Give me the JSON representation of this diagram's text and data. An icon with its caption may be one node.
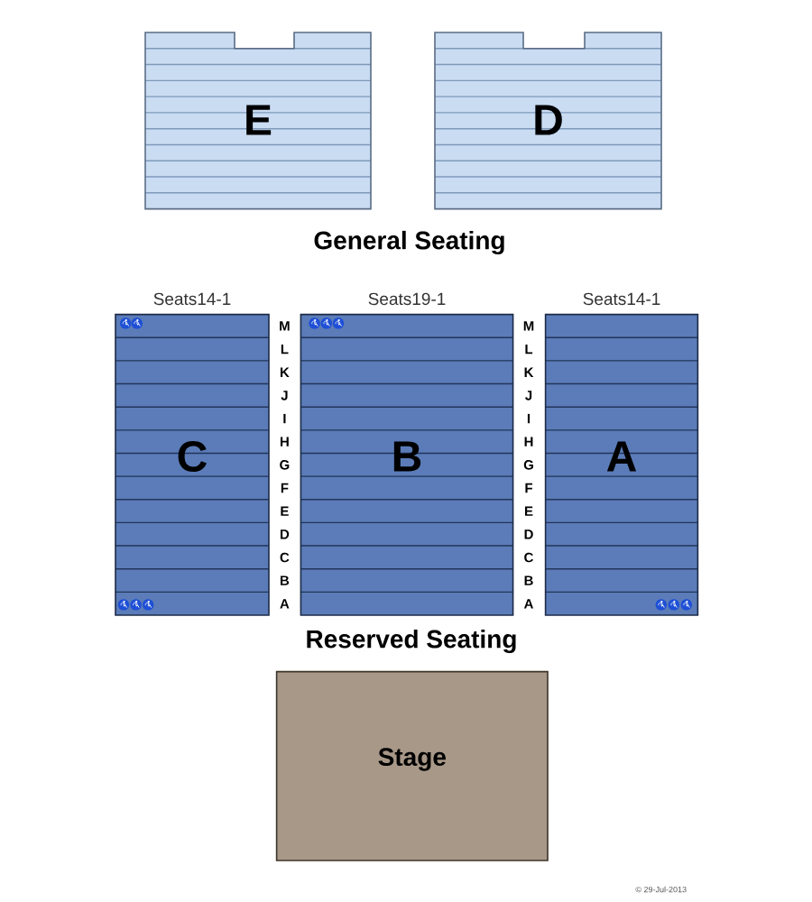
{
  "diagram": {
    "nodes": [
      {
        "text": [
          "E"
        ]
      },
      {
        "text": [
          "D"
        ]
      },
      {
        "text": [
          "Seats14-1",
          "C"
        ]
      },
      {
        "text": [
          "Seats19-1",
          "B"
        ]
      },
      {
        "text": [
          "Seats14-1",
          "A"
        ]
      },
      {
        "text": [
          "Stage"
        ]
      }
    ],
    "labels": [
      "General Seating",
      "M",
      "L",
      "K",
      "J",
      "I",
      "H",
      "G",
      "F",
      "E",
      "D",
      "C",
      "B",
      "A",
      "M",
      "L",
      "K",
      "J",
      "I",
      "H",
      "G",
      "F",
      "E",
      "D",
      "C",
      "B",
      "A",
      "Reserved Seating",
      "© 29-Jul-2013"
    ]
  }
}
